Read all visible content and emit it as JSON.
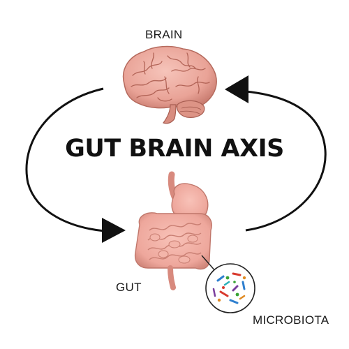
{
  "diagram": {
    "title": "GUT BRAIN AXIS",
    "nodes": {
      "brain": {
        "label": "BRAIN"
      },
      "gut": {
        "label": "GUT"
      },
      "microbiota": {
        "label": "MICROBIOTA"
      }
    },
    "edges": [
      {
        "from": "brain",
        "to": "gut",
        "side": "left"
      },
      {
        "from": "gut",
        "to": "brain",
        "side": "right"
      }
    ],
    "colors": {
      "arrow": "#111111",
      "brain_fill": "#e9a397",
      "gut_fill": "#eea79c",
      "text": "#1a1a1a"
    }
  }
}
